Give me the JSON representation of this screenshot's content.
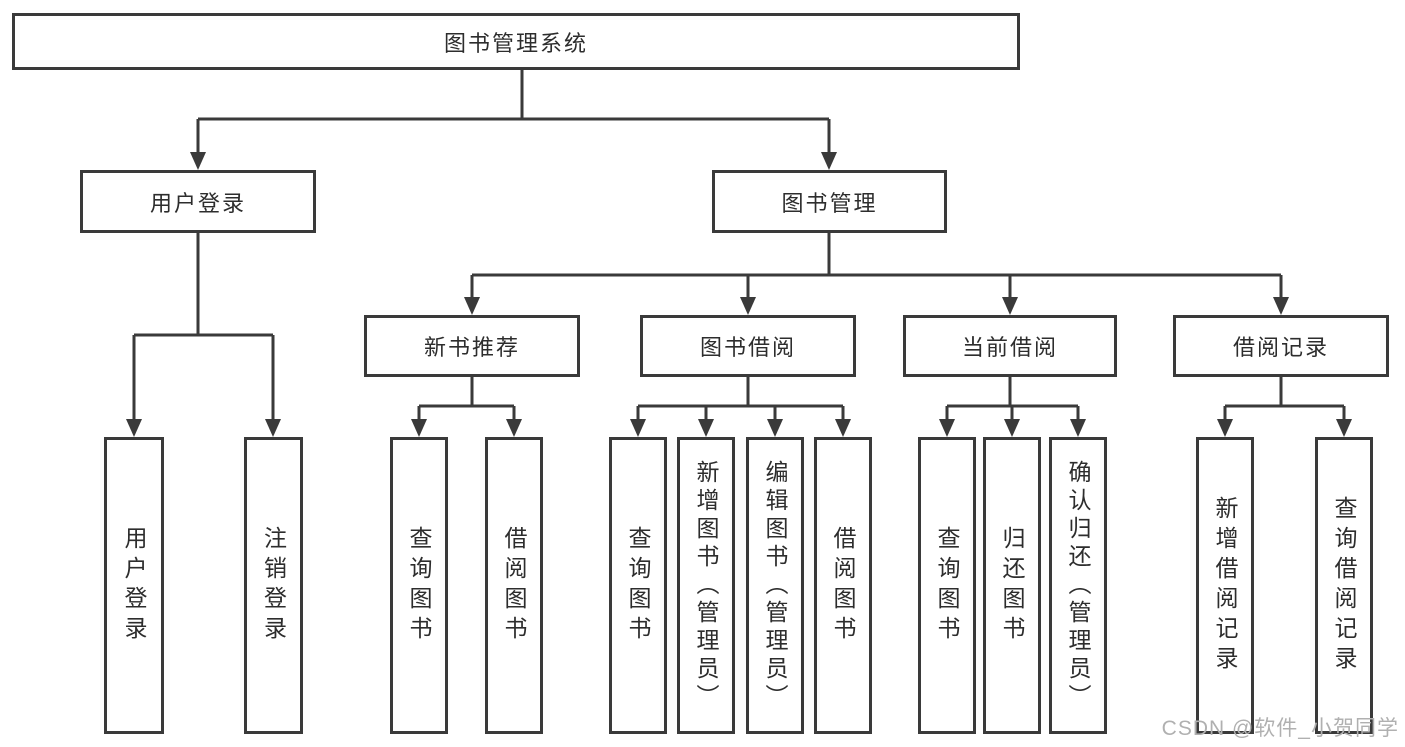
{
  "colors": {
    "line": "#3a3a3a",
    "text": "#2d2d2d",
    "background": "#ffffff",
    "watermark": "#b0b0b0"
  },
  "watermark": "CSDN @软件_小贺同学",
  "tree": {
    "root": "图书管理系统",
    "branches": [
      {
        "label": "用户登录",
        "children": [
          "用户登录",
          "注销登录"
        ]
      },
      {
        "label": "图书管理",
        "children": [
          {
            "label": "新书推荐",
            "children": [
              "查询图书",
              "借阅图书"
            ]
          },
          {
            "label": "图书借阅",
            "children": [
              "查询图书",
              "新增图书（管理员）",
              "编辑图书（管理员）",
              "借阅图书"
            ]
          },
          {
            "label": "当前借阅",
            "children": [
              "查询图书",
              "归还图书",
              "确认归还（管理员）"
            ]
          },
          {
            "label": "借阅记录",
            "children": [
              "新增借阅记录",
              "查询借阅记录"
            ]
          }
        ]
      }
    ]
  }
}
